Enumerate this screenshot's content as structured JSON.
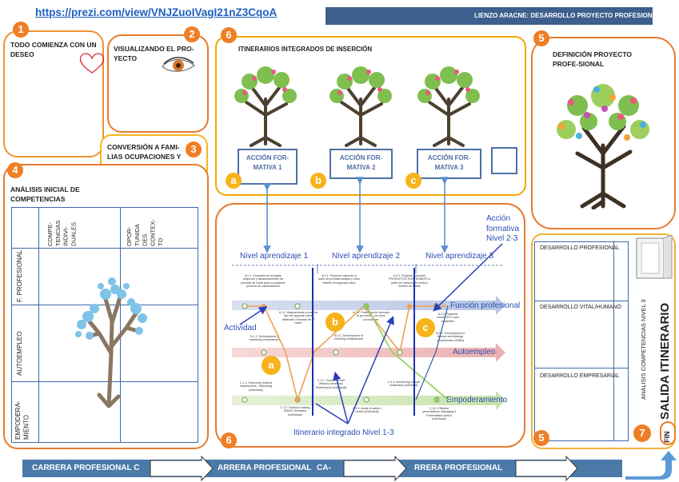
{
  "url": "https://prezi.com/view/VNJZuoIVagI21nZ3CqoA",
  "header_title": "LIENZO ARACNE: DESARROLLO PROYECTO PROFESIONAL",
  "box1": {
    "num": "1",
    "label": "TODO COMIENZA CON UN DESEO"
  },
  "box2": {
    "num": "2",
    "label": "VISUALIZANDO EL PRO-YECTO"
  },
  "box3": {
    "num": "3",
    "label": "CONVERSIÓN A FAMI-LIAS OCUPACIONES Y PROFESIONES"
  },
  "box4": {
    "num": "4",
    "label": "ANÁLISIS INICIAL DE COMPETENCIAS",
    "col1": "COMPE-TENCIAS INDIVI-DUALES",
    "col2": "OPOR-TUNIDA DES CONTEX-TO",
    "rows": [
      "F. PROFESIONAL",
      "AUTOEMPLEO",
      "EMPODERA-MIENTO"
    ]
  },
  "box5": {
    "num": "5",
    "label": "DEFINICIÓN PROYECTO PROFE-SIONAL"
  },
  "box6": {
    "num": "6",
    "label": "ITINERARIOS INTEGRADOS DE INSERCIÓN",
    "actions": [
      {
        "letter": "a",
        "label": "ACCIÓN FOR-MATIVA 1"
      },
      {
        "letter": "b",
        "label": "ACCIÓN FOR-MATIVA 2"
      },
      {
        "letter": "c",
        "label": "ACCIÓN FOR-MATIVA 3"
      }
    ]
  },
  "diagram": {
    "num": "6",
    "levels": [
      "Nivel aprendizaje 1",
      "Nivel aprendizaje 2",
      "Nivel aprendizaje 3"
    ],
    "bands": [
      "Función profesional",
      "Autoempleo",
      "Empoderamiento"
    ],
    "actividad": "Actividad",
    "accion_formativa": "Acción formativa Nivel 2-3",
    "itinerario": "Itinerario integrado Nivel 1-3",
    "markers": [
      "a",
      "b",
      "c"
    ],
    "notes": [
      "A.1.1. Campaña de recogida, selección y almacenamiento de prendas de vestir para su posterior proceso de customización",
      "A.1.2. Adaptaciones a puestos tipo de segunda mano destinado a tiendas de 2ª mano",
      "B.1.1. Development of marketing competences",
      "C.1.1. Overcome learned helplessness - Reframing (individual)",
      "C.1.2. Decision making SMART decisions (individual)",
      "A.2.1. Proyecto colección a partir de prendas usadas y otros textiles de segunda mano",
      "A.2.2. Participación mercado al por menor con otros productores",
      "B.2.1. Development of branding competences",
      "C.2.1. Sources of self efficacy (vicarious) Performance (individual)",
      "C.2.2. Areas of action / control (individual)",
      "A.3.1. Proyecto colección PRODUCTOS SOSTENIBLES a partir de residuos de moda y textiles de Fiesta",
      "A.3.2. Pasarela evento BTO ropa sostenible",
      "B.3.1. Development of finance and strategy competences (SMEs)",
      "C.3.1. Introducing to topic leadership (individual)",
      "C.3.2. Effective presentations, Managing a Presentation (team) (individual)"
    ]
  },
  "box7": {
    "num": "5",
    "rows": [
      "DESARROLLO PROFESIONAL",
      "DESARROLLO VITAL/HUMANO",
      "DESARROLLO EMPRESARIAL"
    ],
    "side": "ANÁLISIS COMPETENCIAS NIVEL 3",
    "exit": "SALIDA ITINERARIO"
  },
  "fin": {
    "num": "7",
    "label": "FIN"
  },
  "bottom": [
    "CARRERA PROFESIONAL C",
    "ARRERA PROFESIONAL",
    "CA-",
    "RRERA PROFESIONAL"
  ],
  "colors": {
    "orange": "#ef7e25",
    "yellow": "#f5a800",
    "navy": "#3c5f8d",
    "blue": "#4b7aa8"
  }
}
